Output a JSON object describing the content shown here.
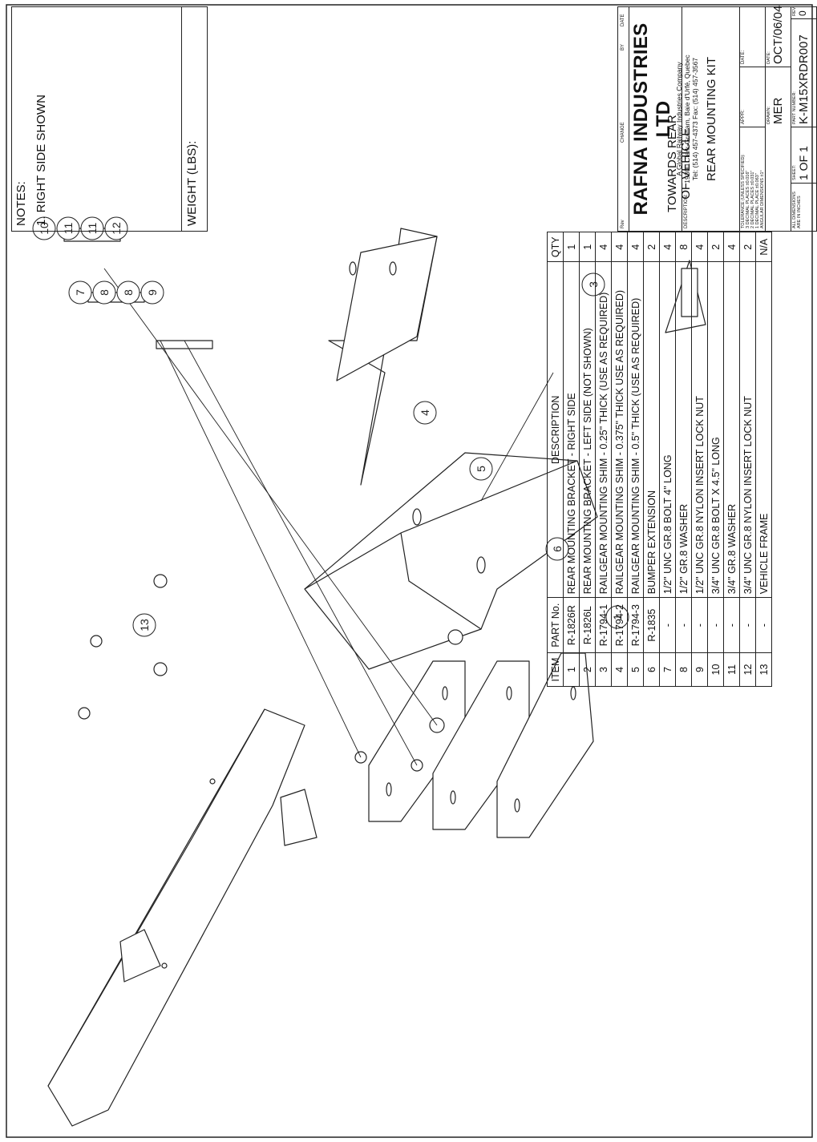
{
  "notes": {
    "title": "NOTES:",
    "lines": [
      "1. RIGHT SIDE SHOWN"
    ],
    "weight_label": "WEIGHT (LBS):"
  },
  "direction_label": [
    "TOWARDS REAR",
    "OF VEHICLE"
  ],
  "balloons": [
    "1",
    "3",
    "4",
    "5",
    "6",
    "7",
    "8",
    "8",
    "9",
    "10",
    "11",
    "11",
    "12",
    "13"
  ],
  "bom": {
    "headers": [
      "ITEM",
      "PART No.",
      "DESCRIPTION",
      "QTY"
    ],
    "rows": [
      {
        "item": "1",
        "part": "R-1826R",
        "desc": "REAR MOUNTING BRACKET - RIGHT SIDE",
        "qty": "1"
      },
      {
        "item": "2",
        "part": "R-1826L",
        "desc": "REAR MOUNTING BRACKET - LEFT SIDE (NOT SHOWN)",
        "qty": "1"
      },
      {
        "item": "3",
        "part": "R-1794-1",
        "desc": "RAILGEAR MOUNTING SHIM - 0.25\" THICK (USE AS REQUIRED)",
        "qty": "4"
      },
      {
        "item": "4",
        "part": "R-1794-2",
        "desc": "RAILGEAR MOUNTING SHIM - 0.375\" THICK USE AS REQUIRED)",
        "qty": "4"
      },
      {
        "item": "5",
        "part": "R-1794-3",
        "desc": "RAILGEAR MOUNTING SHIM - 0.5\" THICK (USE AS REQUIRED)",
        "qty": "4"
      },
      {
        "item": "6",
        "part": "R-1835",
        "desc": "BUMPER EXTENSION",
        "qty": "2"
      },
      {
        "item": "7",
        "part": "-",
        "desc": "1/2\" UNC GR.8 BOLT 4\" LONG",
        "qty": "4"
      },
      {
        "item": "8",
        "part": "-",
        "desc": "1/2\" GR.8 WASHER",
        "qty": "8"
      },
      {
        "item": "9",
        "part": "-",
        "desc": "1/2\" UNC GR.8 NYLON INSERT LOCK NUT",
        "qty": "4"
      },
      {
        "item": "10",
        "part": "-",
        "desc": "3/4\" UNC GR.8 BOLT X 4.5\" LONG",
        "qty": "2"
      },
      {
        "item": "11",
        "part": "-",
        "desc": "3/4\" GR.8 WASHER",
        "qty": "4"
      },
      {
        "item": "12",
        "part": "-",
        "desc": "3/4\" UNC GR.8 NYLON INSERT LOCK NUT",
        "qty": "2"
      },
      {
        "item": "13",
        "part": "-",
        "desc": "VEHICLE FRAME",
        "qty": "N/A"
      }
    ]
  },
  "title_block": {
    "rev_label": "Rev",
    "change_label": "CHANGE",
    "by_label": "BY",
    "date_label": "DATE",
    "company": "RAFNA INDUSTRIES LTD",
    "company_sub": [
      "A Global Railway Industries Company",
      "19300 Clark-Graham, Baie d'Urfé, Quebec",
      "Tel: (514) 457-4373 Fax: (514) 457-3567"
    ],
    "description_label": "DESCRIPTION:",
    "description": "REAR MOUNTING KIT",
    "tolerance": [
      "TOLERANCE (UNLESS SPECIFIED):",
      "3 DECIMAL PLACES   ±0.016\"",
      "2 DECIMAL PLACES   ±0.031\"",
      "1 DECIMAL PLACE    ±0.063\"",
      "ANGULAR DIMENSIONS ±1°"
    ],
    "appr_label": "APPR:",
    "date_label2": "DATE:",
    "drawn_label": "DRAWN:",
    "drawn": "MER",
    "date3_label": "DATE:",
    "date": "OCT/06/04",
    "dims_note": [
      "ALL DIMENSIONS",
      "ARE IN INCHES"
    ],
    "sheet_label": "SHEET:",
    "sheet": "1  OF  1",
    "part_number_label": "PART NUMBER:",
    "part_number": "K-M15XRDR007",
    "rev_short": "REV",
    "rev_value": "0"
  }
}
